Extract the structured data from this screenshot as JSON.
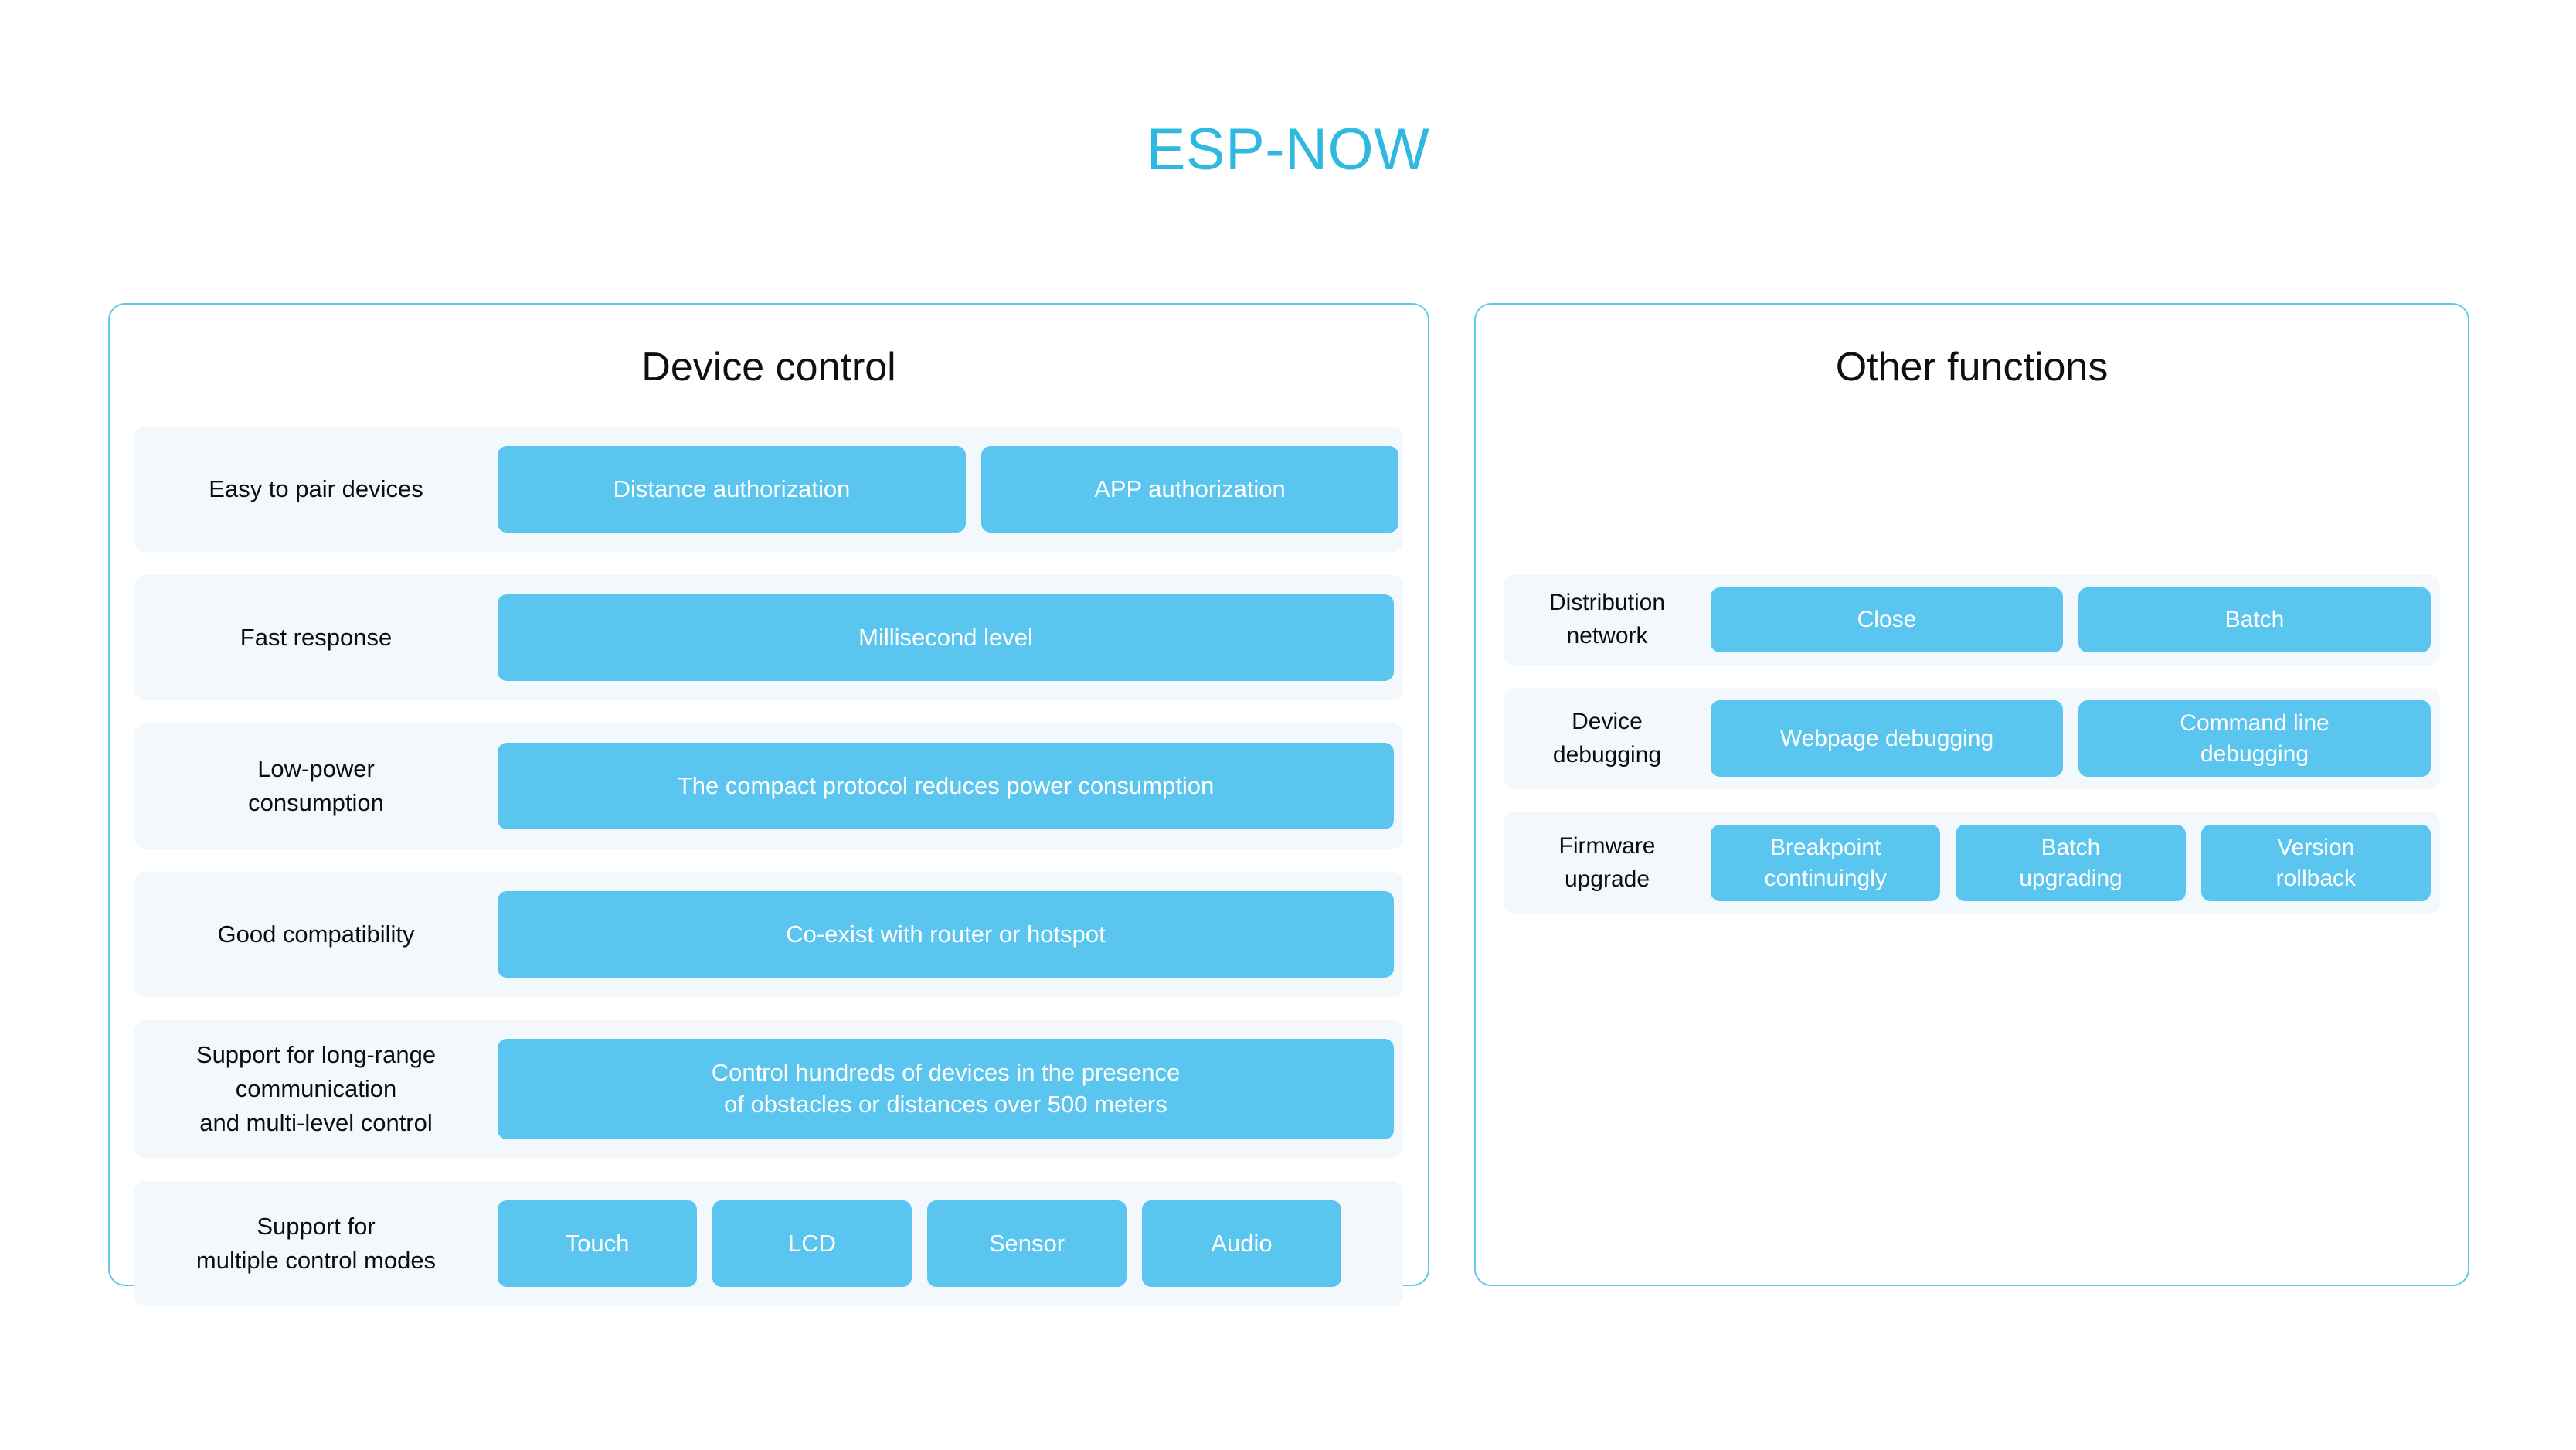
{
  "title": "ESP-NOW",
  "colors": {
    "title": "#2fb9e0",
    "panel_border": "#62c6ee",
    "pill": "#5ac5ee",
    "row_background": "#f3f8fc",
    "label_text": "#0d0d0d",
    "pill_text": "#ffffff"
  },
  "panels": [
    {
      "id": "device-control",
      "title": "Device control",
      "rows": [
        {
          "label": "Easy to pair devices",
          "pills": [
            "Distance authorization",
            "APP authorization"
          ]
        },
        {
          "label": "Fast response",
          "pills": [
            "Millisecond level"
          ]
        },
        {
          "label": "Low-power\nconsumption",
          "pills": [
            "The compact protocol reduces power consumption"
          ]
        },
        {
          "label": "Good compatibility",
          "pills": [
            "Co-exist with router or hotspot"
          ]
        },
        {
          "label": "Support for long-range\ncommunication\nand multi-level control",
          "pills": [
            "Control hundreds of devices in the presence\nof obstacles or distances over 500 meters"
          ]
        },
        {
          "label": "Support for\nmultiple control modes",
          "pills": [
            "Touch",
            "LCD",
            "Sensor",
            "Audio"
          ]
        }
      ]
    },
    {
      "id": "other-functions",
      "title": "Other functions",
      "rows": [
        {
          "label": "Distribution\nnetwork",
          "pills": [
            "Close",
            "Batch"
          ]
        },
        {
          "label": "Device\ndebugging",
          "pills": [
            "Webpage debugging",
            "Command line\ndebugging"
          ]
        },
        {
          "label": "Firmware\nupgrade",
          "pills": [
            "Breakpoint\ncontinuingly",
            "Batch\nupgrading",
            "Version\nrollback"
          ]
        }
      ]
    }
  ]
}
